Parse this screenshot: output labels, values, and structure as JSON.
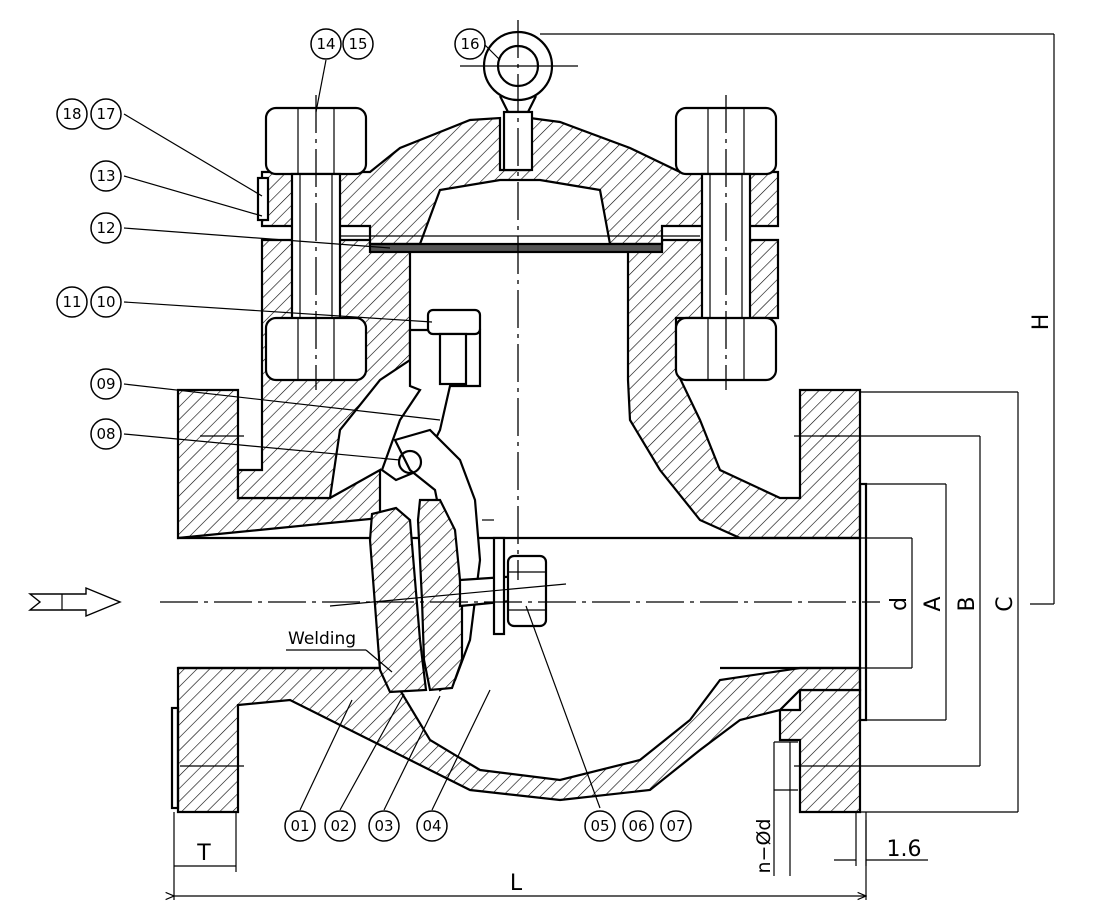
{
  "callouts": {
    "c14": "14",
    "c15": "15",
    "c16": "16",
    "c18": "18",
    "c17": "17",
    "c13": "13",
    "c12": "12",
    "c11": "11",
    "c10": "10",
    "c09": "09",
    "c08": "08",
    "c01": "01",
    "c02": "02",
    "c03": "03",
    "c04": "04",
    "c05": "05",
    "c06": "06",
    "c07": "07"
  },
  "labels": {
    "welding": "Welding"
  },
  "dimensions": {
    "H": "H",
    "C": "C",
    "B": "B",
    "A": "A",
    "d": "d",
    "T": "T",
    "L": "L",
    "nd": "n−Ød",
    "r": "1.6"
  },
  "icons": {
    "flow_direction": "flow-arrow-icon"
  }
}
